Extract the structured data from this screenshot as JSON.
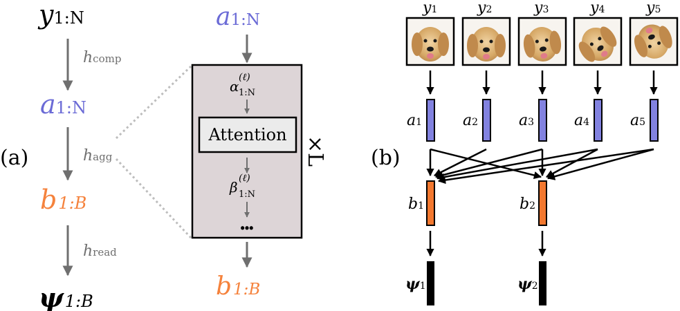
{
  "colors": {
    "blue_text": "#6b6bd6",
    "orange_text": "#f5823c",
    "gray": "#6f6f6f",
    "box_fill": "#ddd5d7",
    "bar_blue": "#8282e0",
    "bar_orange": "#f3782f",
    "bar_black": "#000000",
    "dotted": "#bdbdbd"
  },
  "panel_a": {
    "label": "(a)",
    "y_base": "y",
    "y_sub": "1:N",
    "h_comp_base": "h",
    "h_comp_sub": "comp",
    "a_base": "a",
    "a_sub": "1:N",
    "h_agg_base": "h",
    "h_agg_sub": "agg",
    "b_base": "b",
    "b_sub": "1:B",
    "h_read_base": "h",
    "h_read_sub": "read",
    "psi_base": "ψ",
    "psi_sub": "1:B"
  },
  "inset": {
    "input_base": "a",
    "input_sub": "1:N",
    "alpha_base": "α",
    "alpha_sub": "1:N",
    "alpha_sup": "(ℓ)",
    "attention_label": "Attention",
    "beta_base": "β",
    "beta_sub": "1:N",
    "beta_sup": "(ℓ)",
    "ellipsis": "•••",
    "repeat": "×L",
    "output_base": "b",
    "output_sub": "1:B"
  },
  "panel_b": {
    "label": "(b)",
    "ys": [
      {
        "base": "y",
        "sub": "1"
      },
      {
        "base": "y",
        "sub": "2"
      },
      {
        "base": "y",
        "sub": "3"
      },
      {
        "base": "y",
        "sub": "4"
      },
      {
        "base": "y",
        "sub": "5"
      }
    ],
    "as": [
      {
        "base": "a",
        "sub": "1"
      },
      {
        "base": "a",
        "sub": "2"
      },
      {
        "base": "a",
        "sub": "3"
      },
      {
        "base": "a",
        "sub": "4"
      },
      {
        "base": "a",
        "sub": "5"
      }
    ],
    "bs": [
      {
        "base": "b",
        "sub": "1"
      },
      {
        "base": "b",
        "sub": "2"
      }
    ],
    "psis": [
      {
        "base": "ψ",
        "sub": "1"
      },
      {
        "base": "ψ",
        "sub": "2"
      }
    ]
  }
}
